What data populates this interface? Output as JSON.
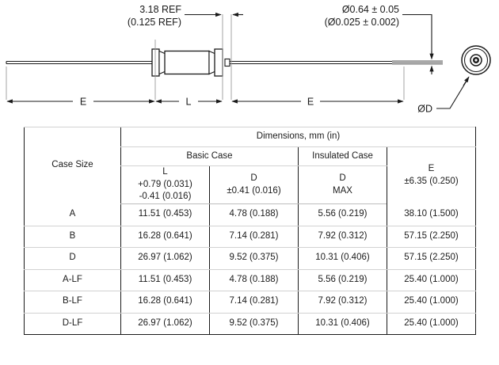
{
  "drawing": {
    "name": "axial-diode-outline-drawing",
    "callouts": [
      {
        "id": "body-gap",
        "line1": "3.18 REF",
        "line2": "(0.125 REF)"
      },
      {
        "id": "lead-diameter",
        "line1": "Ø0.64 ± 0.05",
        "line2": "(Ø0.025 ± 0.002)"
      }
    ],
    "dimension_labels": [
      {
        "id": "lead-length-left",
        "label": "E"
      },
      {
        "id": "body-length",
        "label": "L"
      },
      {
        "id": "lead-length-right",
        "label": "E"
      }
    ],
    "end_view_label": "ØD",
    "colors": {
      "line": "#1a1a1a",
      "lead_fill": "#a8a8a8"
    }
  },
  "table": {
    "name": "dimensions-table",
    "case_size_header": "Case Size",
    "dimensions_header": "Dimensions, mm (in)",
    "groups": {
      "basic": "Basic Case",
      "insulated": "Insulated Case"
    },
    "subheaders": {
      "basic_l": {
        "symbol": "L",
        "tol_plus": "+0.79 (0.031)",
        "tol_minus": "-0.41 (0.016)"
      },
      "basic_d": {
        "symbol": "D",
        "tol": "±0.41 (0.016)"
      },
      "insulated_d": {
        "symbol": "D",
        "qualifier": "MAX"
      },
      "e": {
        "symbol": "E",
        "tol": "±6.35 (0.250)"
      }
    },
    "rows": [
      {
        "case_size": "A",
        "basic_l": "11.51 (0.453)",
        "basic_d": "4.78 (0.188)",
        "insulated_d": "5.56 (0.219)",
        "e": "38.10 (1.500)"
      },
      {
        "case_size": "B",
        "basic_l": "16.28 (0.641)",
        "basic_d": "7.14 (0.281)",
        "insulated_d": "7.92 (0.312)",
        "e": "57.15 (2.250)"
      },
      {
        "case_size": "D",
        "basic_l": "26.97 (1.062)",
        "basic_d": "9.52 (0.375)",
        "insulated_d": "10.31 (0.406)",
        "e": "57.15 (2.250)"
      },
      {
        "case_size": "A-LF",
        "basic_l": "11.51 (0.453)",
        "basic_d": "4.78 (0.188)",
        "insulated_d": "5.56 (0.219)",
        "e": "25.40 (1.000)"
      },
      {
        "case_size": "B-LF",
        "basic_l": "16.28 (0.641)",
        "basic_d": "7.14 (0.281)",
        "insulated_d": "7.92 (0.312)",
        "e": "25.40 (1.000)"
      },
      {
        "case_size": "D-LF",
        "basic_l": "26.97 (1.062)",
        "basic_d": "9.52 (0.375)",
        "insulated_d": "10.31 (0.406)",
        "e": "25.40 (1.000)"
      }
    ]
  }
}
